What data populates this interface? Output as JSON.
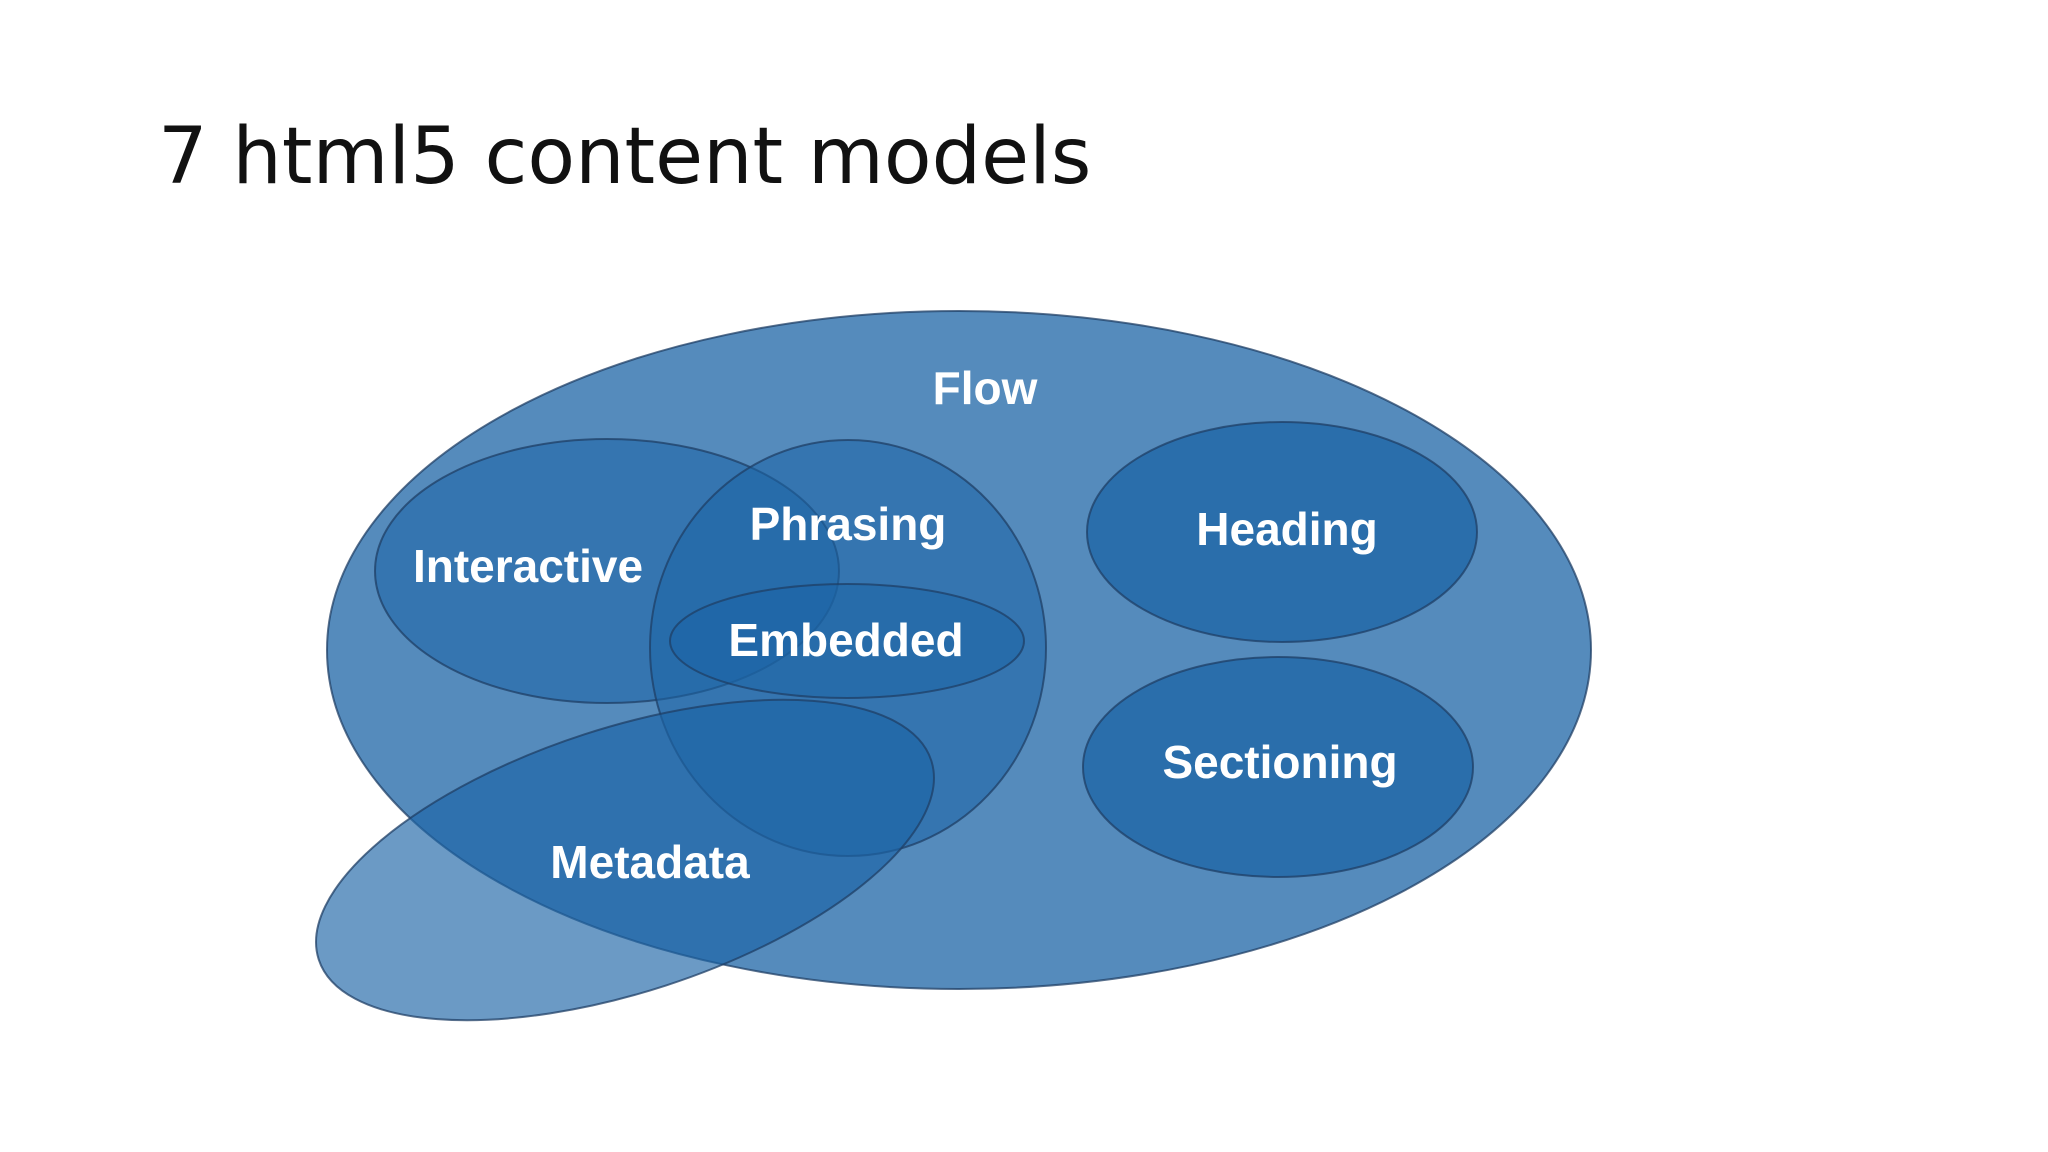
{
  "slide": {
    "title": "7 html5 content models"
  },
  "diagram": {
    "fill_color": "#1c64a6",
    "outline_color": "#1f3f66",
    "label_color": "#ffffff",
    "labels": {
      "flow": "Flow",
      "interactive": "Interactive",
      "phrasing": "Phrasing",
      "embedded": "Embedded",
      "heading": "Heading",
      "sectioning": "Sectioning",
      "metadata": "Metadata"
    }
  }
}
